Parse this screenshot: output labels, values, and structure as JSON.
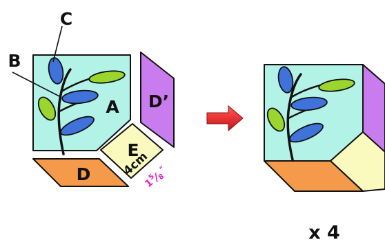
{
  "labels": {
    "a": "A",
    "b": "B",
    "c": "C",
    "d": "D",
    "d_prime": "D’",
    "e": "E",
    "size_cm": "4cm",
    "size_in_whole": "1",
    "size_in_num": "5",
    "size_in_den": "8",
    "size_in_mark": "″",
    "multiplier": "x 4"
  },
  "colors": {
    "background_a": "#b3f2e7",
    "block_d": "#f59a4b",
    "block_d_prime": "#c97ced",
    "block_e": "#fafabf",
    "leaf_blue": "#3f73d9",
    "leaf_green": "#9ad62e",
    "arrow_red": "#e53030",
    "inch_magenta": "#e01fc8",
    "outline": "#111111"
  },
  "icons": {
    "arrow": "right-arrow-icon"
  }
}
